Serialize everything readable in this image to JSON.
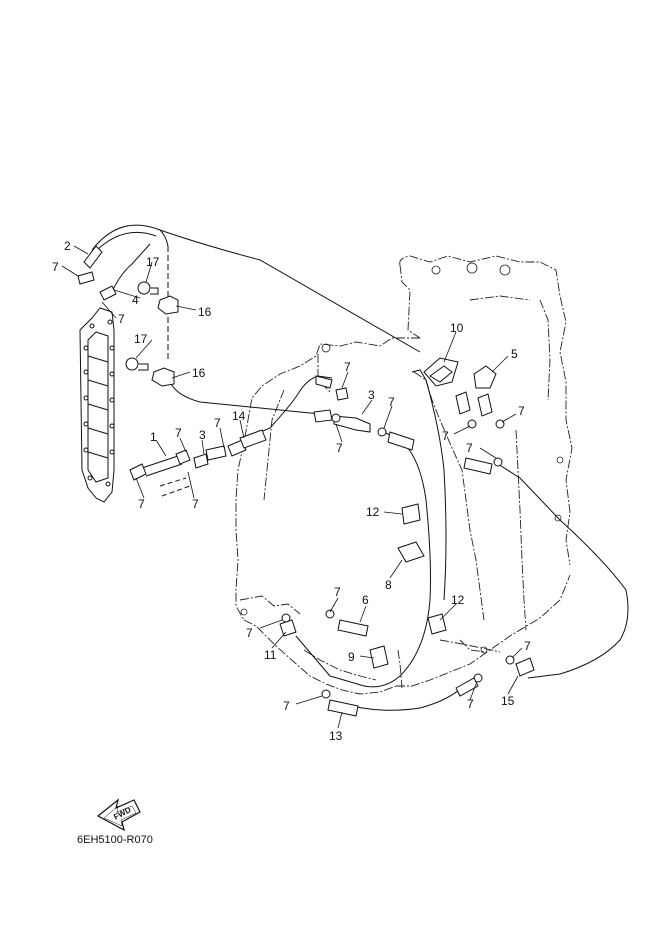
{
  "diagram": {
    "code": "6EH5100-R070",
    "fwd_label": "FWD",
    "callouts": [
      "2",
      "7",
      "4",
      "17",
      "16",
      "7",
      "17",
      "16",
      "1",
      "7",
      "3",
      "7",
      "14",
      "7",
      "7",
      "7",
      "3",
      "7",
      "7",
      "10",
      "5",
      "7",
      "7",
      "7",
      "12",
      "8",
      "6",
      "7",
      "7",
      "11",
      "12",
      "9",
      "7",
      "7",
      "7",
      "13",
      "15"
    ]
  }
}
